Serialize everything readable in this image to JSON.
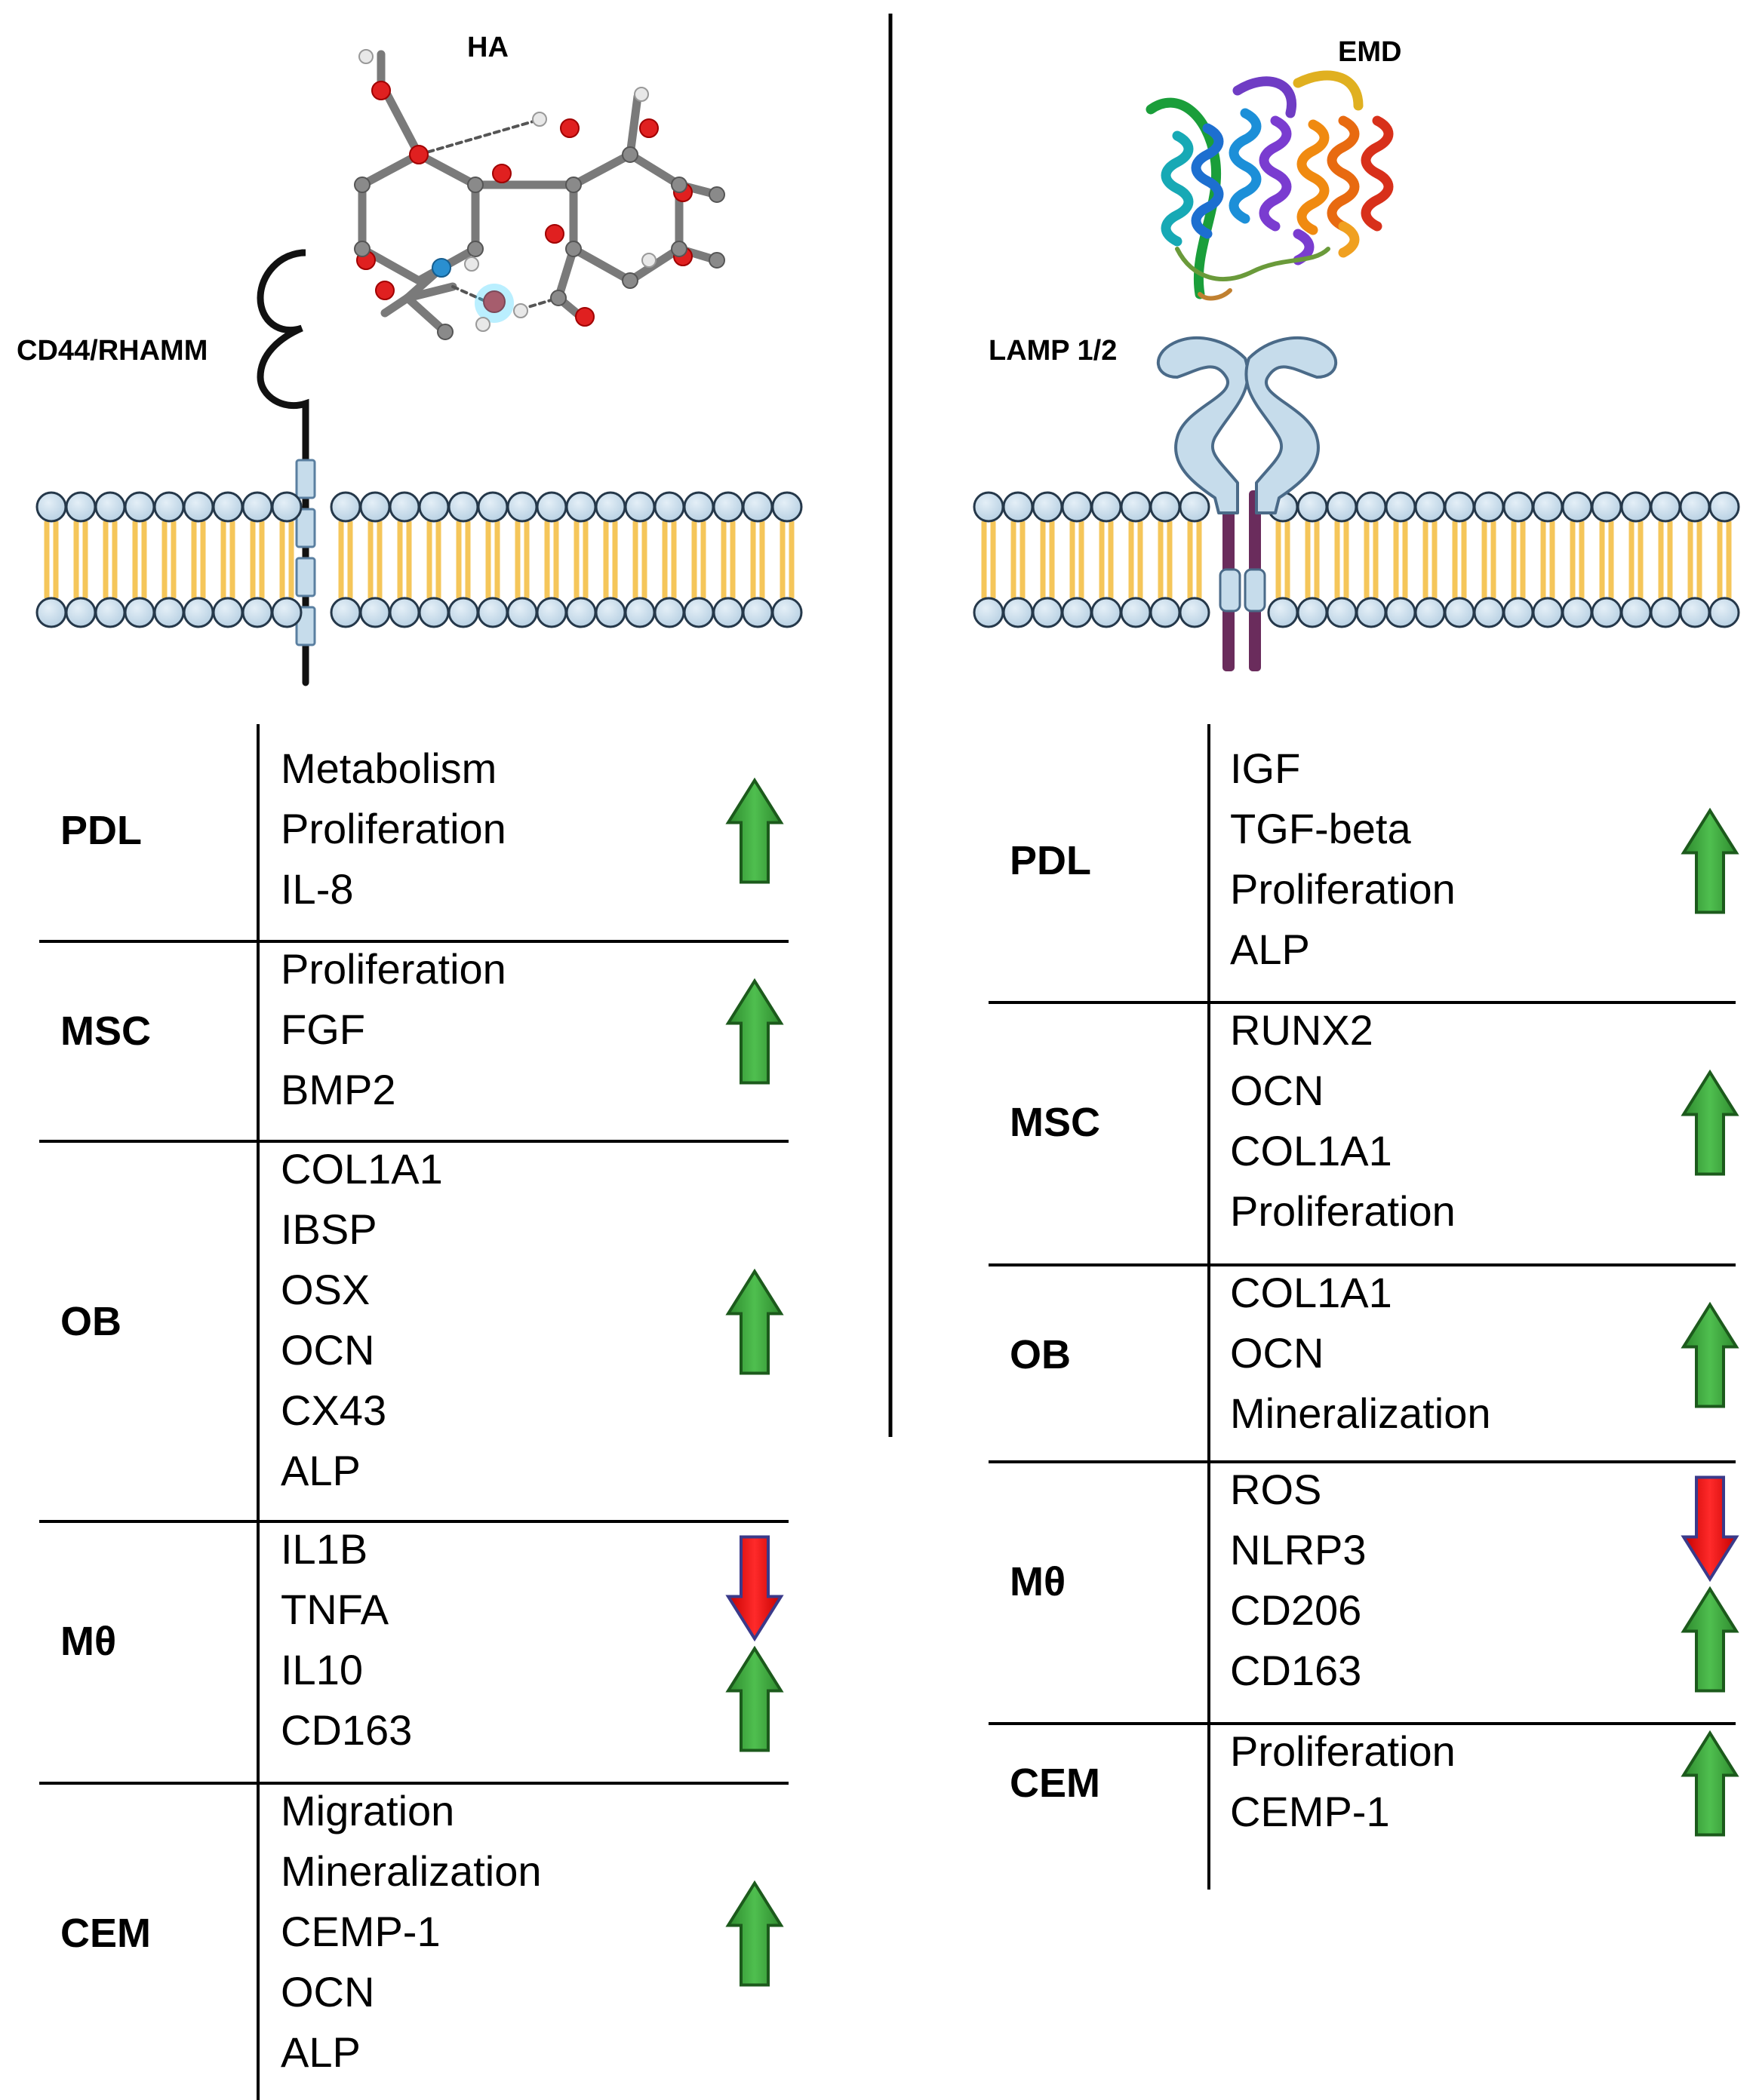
{
  "left": {
    "ligand": "HA",
    "receptor": "CD44/RHAMM",
    "rows": [
      {
        "cell": "PDL",
        "items": [
          "Metabolism",
          "Proliferation",
          "IL-8"
        ],
        "arrows": [
          "up"
        ]
      },
      {
        "cell": "MSC",
        "items": [
          "Proliferation",
          "FGF",
          "BMP2"
        ],
        "arrows": [
          "up"
        ]
      },
      {
        "cell": "OB",
        "items": [
          "COL1A1",
          "IBSP",
          "OSX",
          "OCN",
          "CX43",
          "ALP"
        ],
        "arrows": [
          "up"
        ]
      },
      {
        "cell": "Mθ",
        "items": [
          "IL1B",
          "TNFA",
          "IL10",
          "CD163"
        ],
        "arrows": [
          "down",
          "up"
        ]
      },
      {
        "cell": "CEM",
        "items": [
          "Migration",
          "Mineralization",
          "CEMP-1",
          "OCN",
          "ALP"
        ],
        "arrows": [
          "up"
        ]
      }
    ]
  },
  "right": {
    "ligand": "EMD",
    "receptor": "LAMP 1/2",
    "rows": [
      {
        "cell": "PDL",
        "items": [
          "IGF",
          "TGF-beta",
          "Proliferation",
          "ALP"
        ],
        "arrows": [
          "up"
        ]
      },
      {
        "cell": "MSC",
        "items": [
          "RUNX2",
          "OCN",
          "COL1A1",
          "Proliferation"
        ],
        "arrows": [
          "up"
        ]
      },
      {
        "cell": "OB",
        "items": [
          "COL1A1",
          "OCN",
          "Mineralization"
        ],
        "arrows": [
          "up"
        ]
      },
      {
        "cell": "Mθ",
        "items": [
          "ROS",
          "NLRP3",
          "CD206",
          "CD163"
        ],
        "arrows": [
          "down",
          "up"
        ]
      },
      {
        "cell": "CEM",
        "items": [
          "Proliferation",
          "CEMP-1"
        ],
        "arrows": [
          "up"
        ]
      }
    ]
  },
  "colors": {
    "up_arrow": "#3aa33a",
    "down_arrow": "#ee1111",
    "lipid_head": "#c6dceb",
    "lipid_tail": "#f5c65a",
    "receptor": "#c6dceb",
    "lamp_stalk": "#6a2c5c",
    "oxygen": "#e02020",
    "carbon": "#8a8a8a",
    "nitrogen": "#2a8fd0"
  }
}
